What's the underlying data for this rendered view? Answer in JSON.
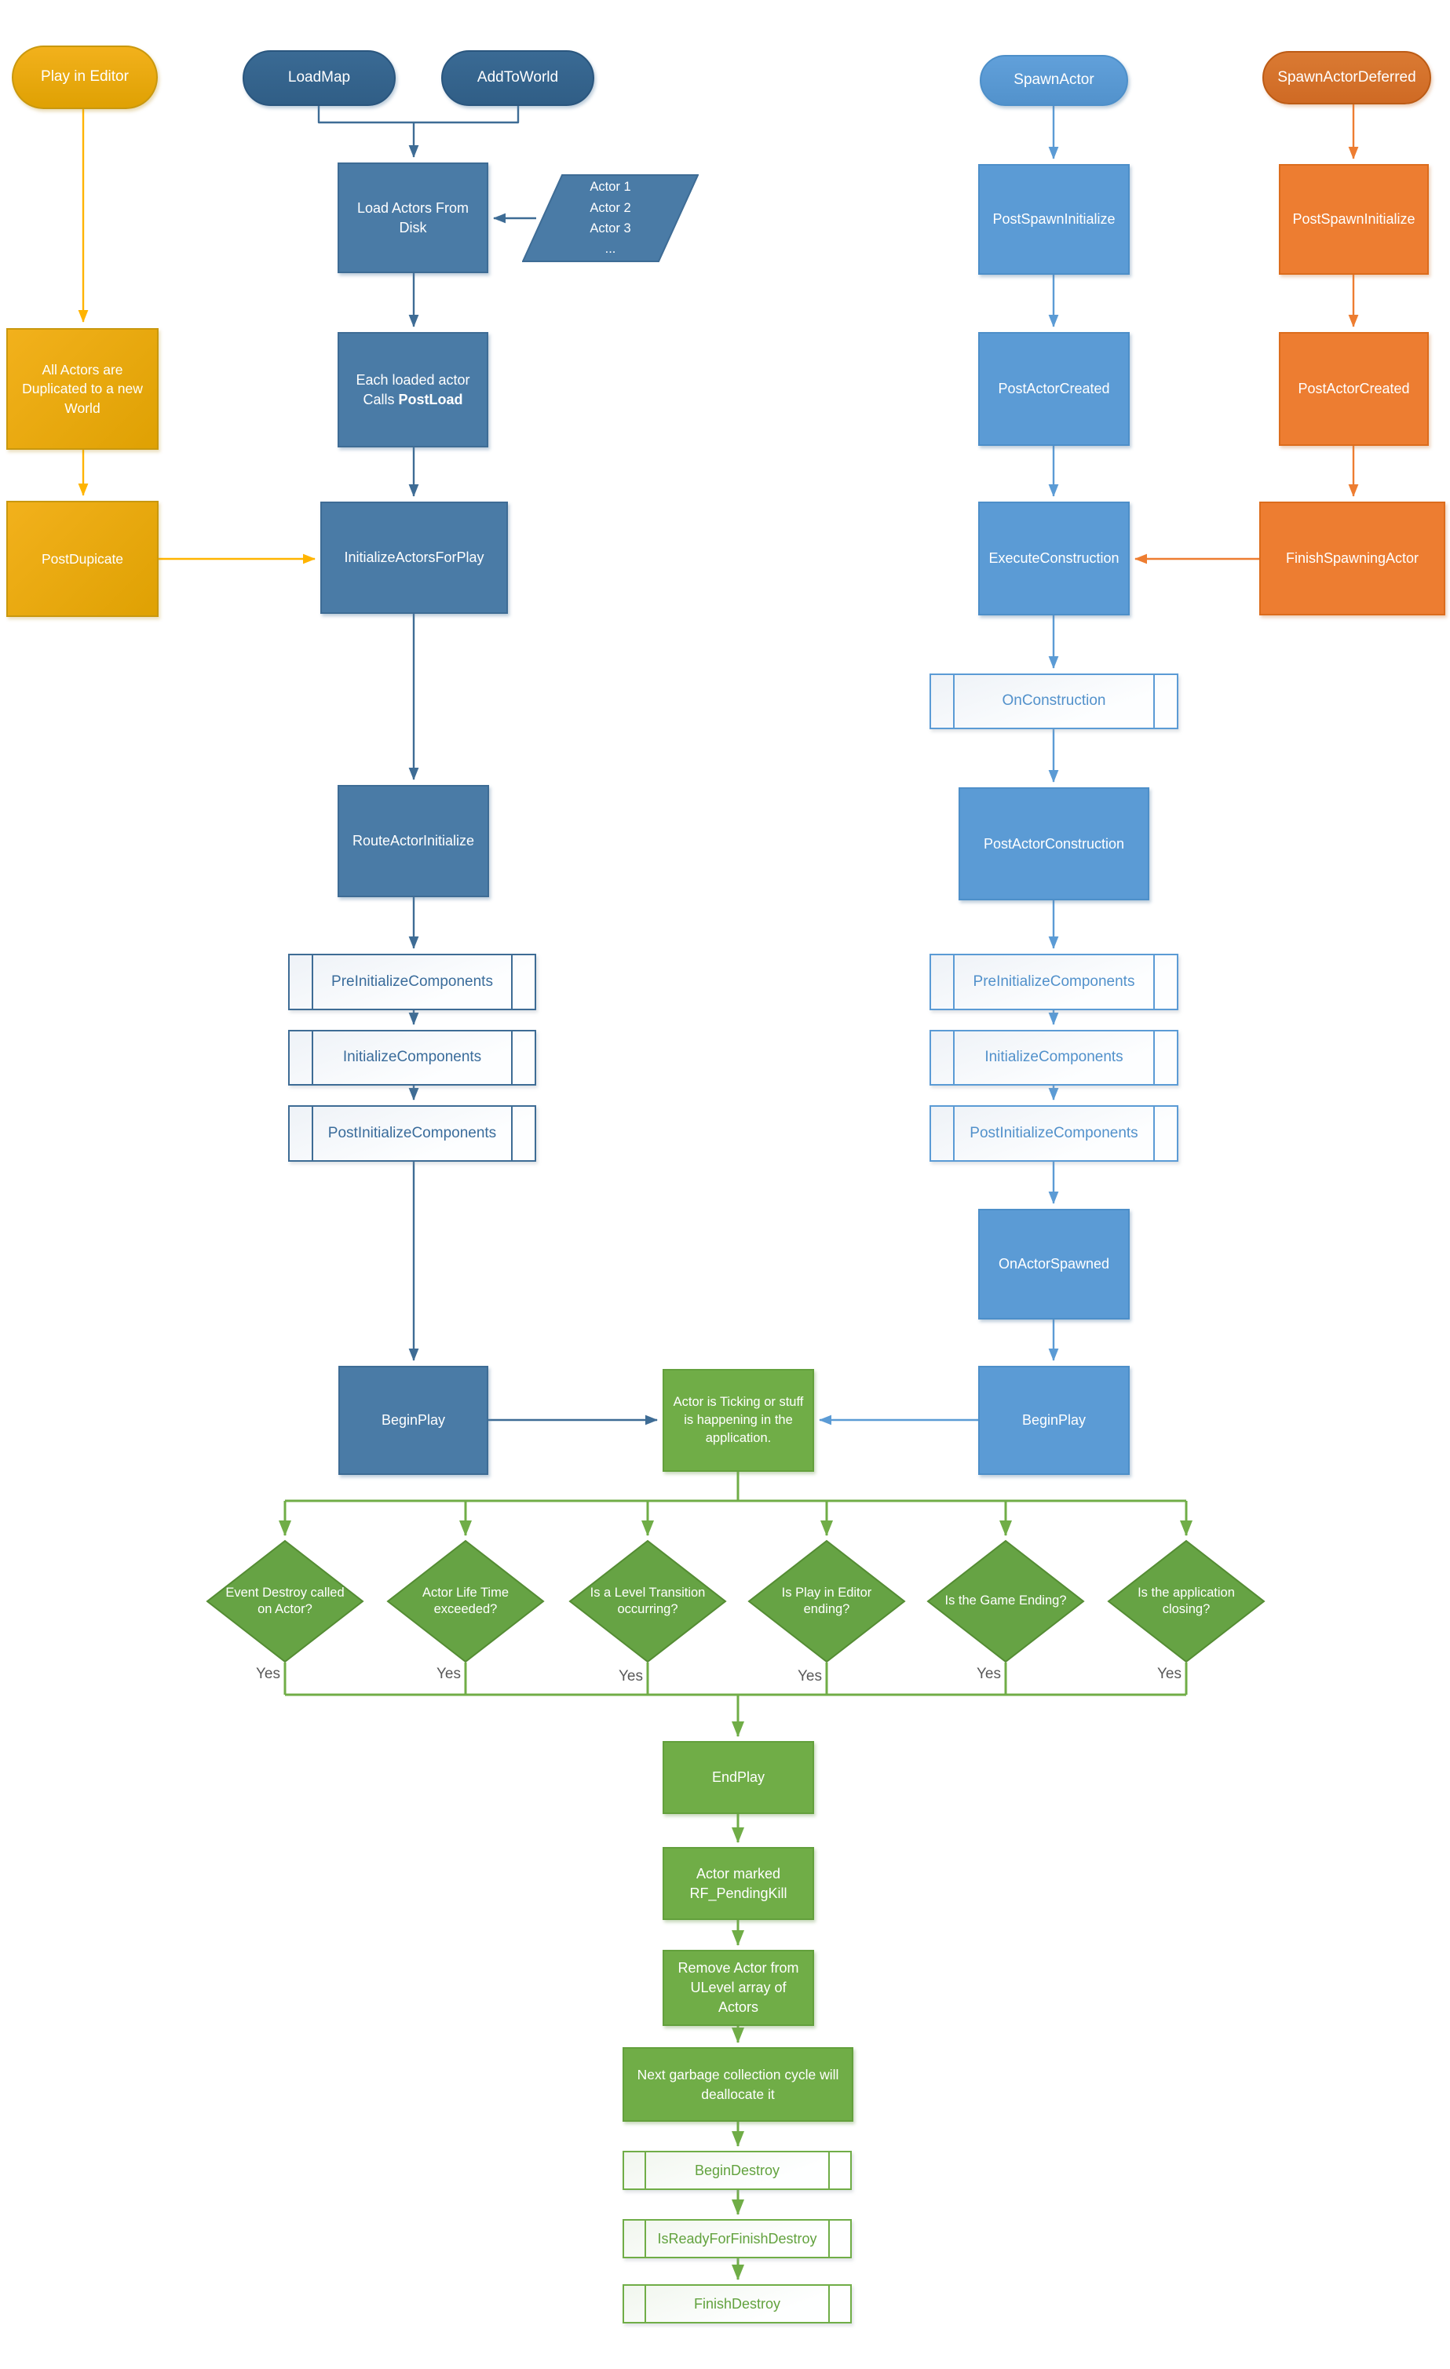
{
  "colors": {
    "gold_top": "#F2B11C",
    "gold_bottom": "#DFA103",
    "gold_border": "#C9980E",
    "gold_line": "#FFB400",
    "dblue_fill": "#4A7BA6",
    "dblue_border": "#3E6C95",
    "dblue_term_border": "#2A567E",
    "dblue_text": "#3A6C9B",
    "lblue_fill": "#5B9BD5",
    "lblue_border": "#4D8FC9",
    "lblue_text": "#5291CB",
    "orange_fill": "#ED7D31",
    "orange_border": "#DC6C1C",
    "orange_term_border": "#BC5B15",
    "green_fill": "#70AD47",
    "green_border": "#63A03C",
    "green_diamond": "#66A344",
    "green_diamond_border": "#548C33",
    "green_text": "#62A23E",
    "yes_color": "#595959",
    "background": "#FFFFFF"
  },
  "nodes": {
    "play_in_editor": {
      "label": "Play in Editor"
    },
    "load_map": {
      "label": "LoadMap"
    },
    "add_to_world": {
      "label": "AddToWorld"
    },
    "spawn_actor": {
      "label": "SpawnActor"
    },
    "spawn_actor_deferred": {
      "label": "SpawnActorDeferred"
    },
    "all_actors_duplicated": {
      "label": "All Actors are Duplicated to a new World"
    },
    "post_dupicate": {
      "label": "PostDupicate"
    },
    "load_actors_from_disk": {
      "label": "Load Actors From Disk"
    },
    "actor_list": {
      "lines": [
        "Actor 1",
        "Actor 2",
        "Actor 3",
        "..."
      ]
    },
    "each_loaded_actor": {
      "line1": "Each loaded actor",
      "line2_prefix": "Calls ",
      "line2_bold": "PostLoad"
    },
    "initialize_actors_for_play": {
      "label": "InitializeActorsForPlay"
    },
    "route_actor_initialize": {
      "label": "RouteActorInitialize"
    },
    "pre_initialize_components_left": {
      "label": "PreInitializeComponents"
    },
    "initialize_components_left": {
      "label": "InitializeComponents"
    },
    "post_initialize_components_left": {
      "label": "PostInitializeComponents"
    },
    "begin_play_left": {
      "label": "BeginPlay"
    },
    "post_spawn_initialize_blue": {
      "label": "PostSpawnInitialize"
    },
    "post_actor_created_blue": {
      "label": "PostActorCreated"
    },
    "execute_construction": {
      "label": "ExecuteConstruction"
    },
    "on_construction": {
      "label": "OnConstruction"
    },
    "post_actor_construction": {
      "label": "PostActorConstruction"
    },
    "pre_initialize_components_right": {
      "label": "PreInitializeComponents"
    },
    "initialize_components_right": {
      "label": "InitializeComponents"
    },
    "post_initialize_components_right": {
      "label": "PostInitializeComponents"
    },
    "on_actor_spawned": {
      "label": "OnActorSpawned"
    },
    "begin_play_right": {
      "label": "BeginPlay"
    },
    "post_spawn_initialize_orange": {
      "label": "PostSpawnInitialize"
    },
    "post_actor_created_orange": {
      "label": "PostActorCreated"
    },
    "finish_spawning_actor": {
      "label": "FinishSpawningActor"
    },
    "actor_ticking": {
      "label": "Actor is Ticking or stuff is happening in the application."
    },
    "end_play": {
      "label": "EndPlay"
    },
    "actor_marked_pending_kill": {
      "label": "Actor marked RF_PendingKill"
    },
    "remove_actor_from_ulevel": {
      "label": "Remove Actor from ULevel array of Actors"
    },
    "next_gc_cycle": {
      "label": "Next garbage collection cycle will deallocate it"
    },
    "begin_destroy": {
      "label": "BeginDestroy"
    },
    "is_ready_for_finish_destroy": {
      "label": "IsReadyForFinishDestroy"
    },
    "finish_destroy": {
      "label": "FinishDestroy"
    }
  },
  "decisions": [
    {
      "label": "Event Destroy called on Actor?",
      "branch_label": "Yes"
    },
    {
      "label": "Actor Life Time exceeded?",
      "branch_label": "Yes"
    },
    {
      "label": "Is a Level Transition occurring?",
      "branch_label": "Yes"
    },
    {
      "label": "Is Play in Editor ending?",
      "branch_label": "Yes"
    },
    {
      "label": "Is the Game Ending?",
      "branch_label": "Yes"
    },
    {
      "label": "Is the application closing?",
      "branch_label": "Yes"
    }
  ]
}
